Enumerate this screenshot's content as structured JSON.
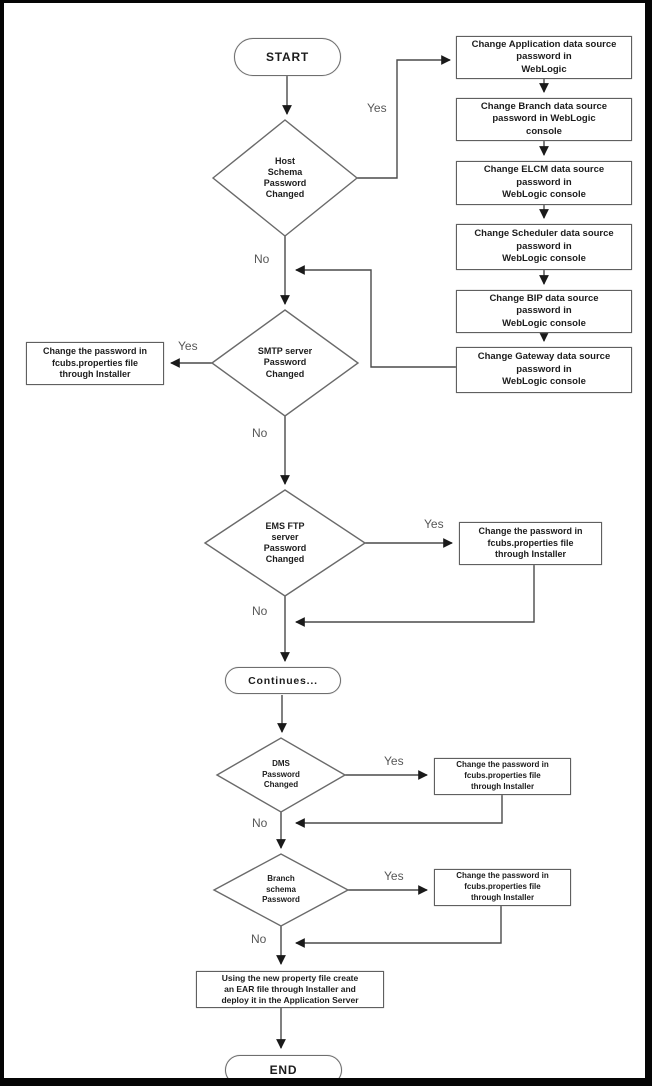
{
  "labels": {
    "yes": "Yes",
    "no": "No"
  },
  "terminals": {
    "start": "START",
    "continues": "Continues...",
    "end": "END"
  },
  "decisions": {
    "host": "Host\nSchema\nPassword\nChanged",
    "smtp": "SMTP server\nPassword\nChanged",
    "ems": "EMS FTP\nserver\nPassword\nChanged",
    "dms": "DMS\nPassword\nChanged",
    "branch": "Branch\nschema\nPassword"
  },
  "processes": {
    "app_ds": "Change Application data source\npassword in\nWebLogic",
    "branch_ds": "Change Branch data source\npassword in WebLogic\nconsole",
    "elcm_ds": "Change ELCM data source\npassword in\nWebLogic console",
    "scheduler_ds": "Change Scheduler data source\npassword in\nWebLogic console",
    "bip_ds": "Change BIP data source\npassword in\nWebLogic console",
    "gateway_ds": "Change Gateway data source\npassword in\nWebLogic console",
    "smtp_yes": "Change the password in\nfcubs.properties file\nthrough Installer",
    "ems_yes": "Change the password in\nfcubs.properties file\nthrough Installer",
    "dms_yes": "Change the password in\nfcubs.properties file\nthrough Installer",
    "branch_yes": "Change the password in\nfcubs.properties file\nthrough Installer",
    "final": "Using the new property file create\nan EAR file through Installer and\ndeploy it in the Application Server"
  },
  "colors": {
    "background": "#ffffff",
    "frame": "#050505",
    "shape_border": "#606060",
    "connector": "#4a4a4a",
    "text": "#1c1c1c",
    "edge_label": "#575757"
  }
}
